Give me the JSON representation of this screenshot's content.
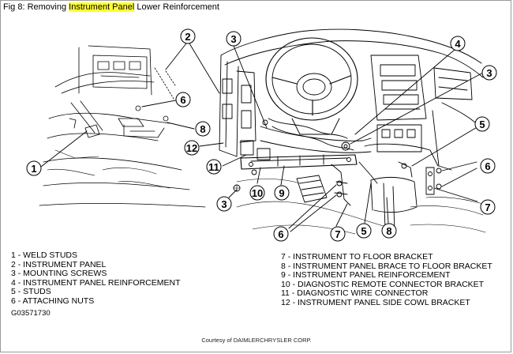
{
  "caption": {
    "prefix": "Fig 8: Removing ",
    "highlight": "Instrument Panel",
    "suffix": " Lower Reinforcement"
  },
  "highlight_color": "#ffff33",
  "callouts": [
    "2",
    "3",
    "4",
    "3",
    "6",
    "8",
    "12",
    "1",
    "11",
    "10",
    "9",
    "3",
    "6",
    "7",
    "5",
    "8",
    "5",
    "6",
    "7"
  ],
  "legend_left": [
    "1 - WELD STUDS",
    "2 - INSTRUMENT PANEL",
    "3 - MOUNTING SCREWS",
    "4 - INSTRUMENT PANEL REINFORCEMENT",
    "5 - STUDS",
    "6 - ATTACHING NUTS"
  ],
  "legend_right": [
    "7 - INSTRUMENT TO FLOOR BRACKET",
    "8 - INSTRUMENT PANEL BRACE TO FLOOR BRACKET",
    "9 - INSTRUMENT PANEL REINFORCEMENT",
    "10 - DIAGNOSTIC REMOTE CONNECTOR BRACKET",
    "11 - DIAGNOSTIC WIRE CONNECTOR",
    "12 - INSTRUMENT PANEL SIDE COWL BRACKET"
  ],
  "figure_code": "G03571730",
  "courtesy": "Courtesy of DAIMLERCHRYSLER CORP."
}
